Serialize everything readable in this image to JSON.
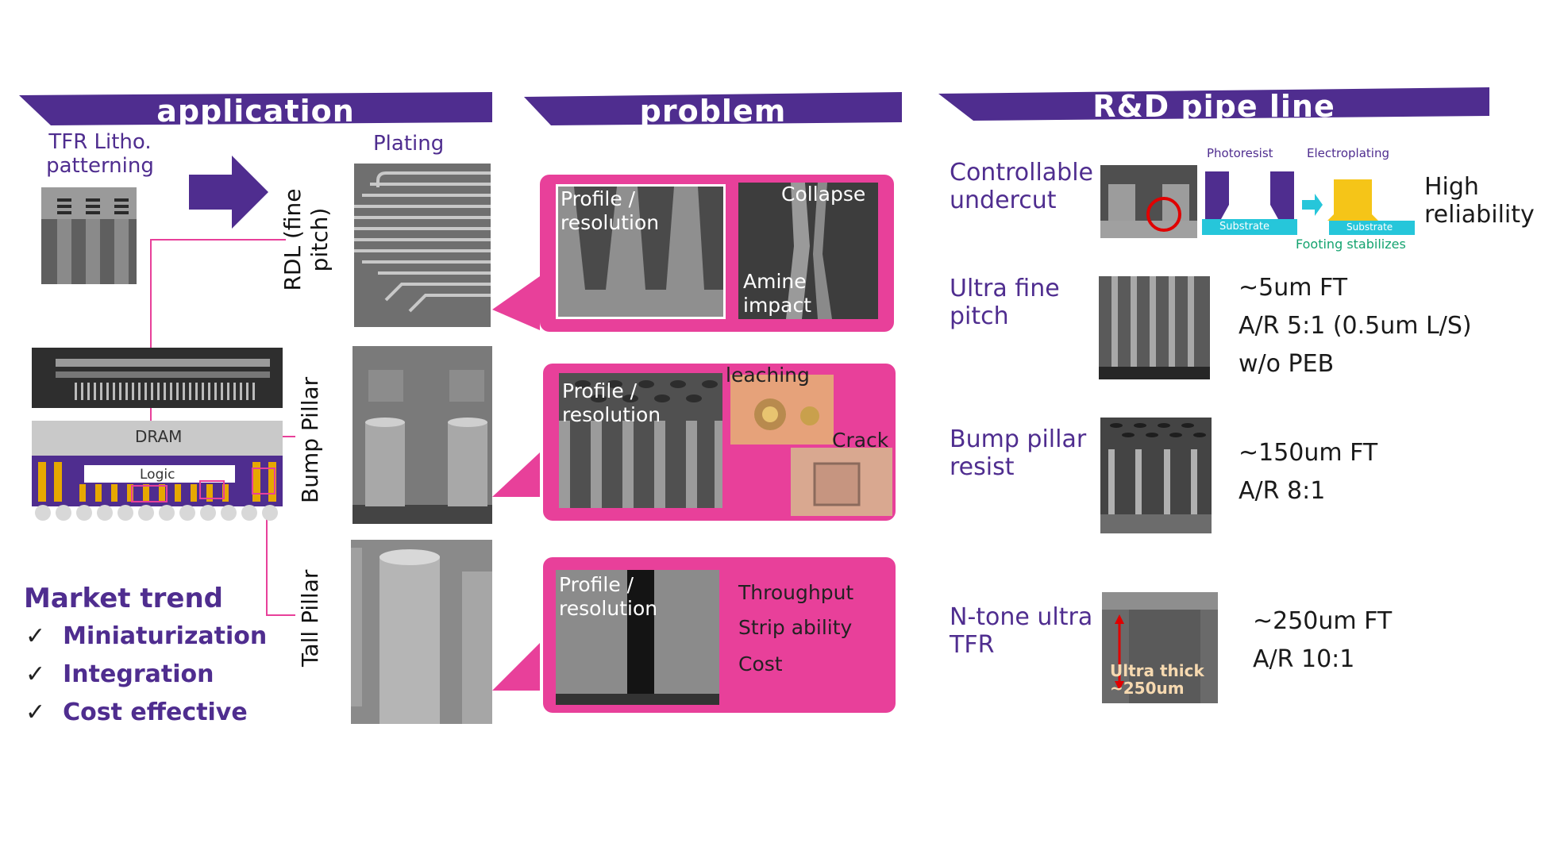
{
  "banners": {
    "application": "application",
    "problem": "problem",
    "rd": "R&D pipe line"
  },
  "application": {
    "tfr_label": "TFR Litho. patterning",
    "plating_label": "Plating",
    "rows": [
      {
        "label": "RDL (fine pitch)"
      },
      {
        "label": "Bump Pillar"
      },
      {
        "label": "Tall Pillar"
      }
    ],
    "chip_labels": {
      "dram": "DRAM",
      "logic": "Logic"
    },
    "market_trend": {
      "title": "Market trend",
      "check": "✓",
      "items": [
        "Miniaturization",
        "Integration",
        "Cost effective"
      ]
    }
  },
  "problem": {
    "box1": {
      "left_label": "Profile / resolution",
      "right_top": "Collapse",
      "right_bottom": "Amine impact"
    },
    "box2": {
      "left_label": "Profile / resolution",
      "leaching": "leaching",
      "crack": "Crack"
    },
    "box3": {
      "left_label": "Profile / resolution",
      "items": [
        "Throughput",
        "Strip ability",
        "Cost"
      ]
    }
  },
  "rd": {
    "rows": [
      {
        "label": "Controllable undercut",
        "desc": [
          "High reliability"
        ]
      },
      {
        "label": "Ultra fine pitch",
        "desc": [
          "~5um FT",
          "A/R 5:1 (0.5um L/S)",
          "w/o PEB"
        ]
      },
      {
        "label": "Bump pillar resist",
        "desc": [
          "~150um FT",
          "A/R 8:1"
        ]
      },
      {
        "label": "N-tone ultra TFR",
        "desc": [
          "~250um FT",
          "A/R 10:1"
        ]
      }
    ],
    "undercut_diagram": {
      "photoresist": "Photoresist",
      "electroplating": "Electroplating",
      "substrate": "Substrate",
      "footing": "Footing stabilizes"
    },
    "ultra_thick": "Ultra thick ~250um"
  },
  "colors": {
    "purple": "#4f2d8f",
    "pink": "#e8409a",
    "cyan": "#26c6da",
    "gold": "#f5c518"
  }
}
